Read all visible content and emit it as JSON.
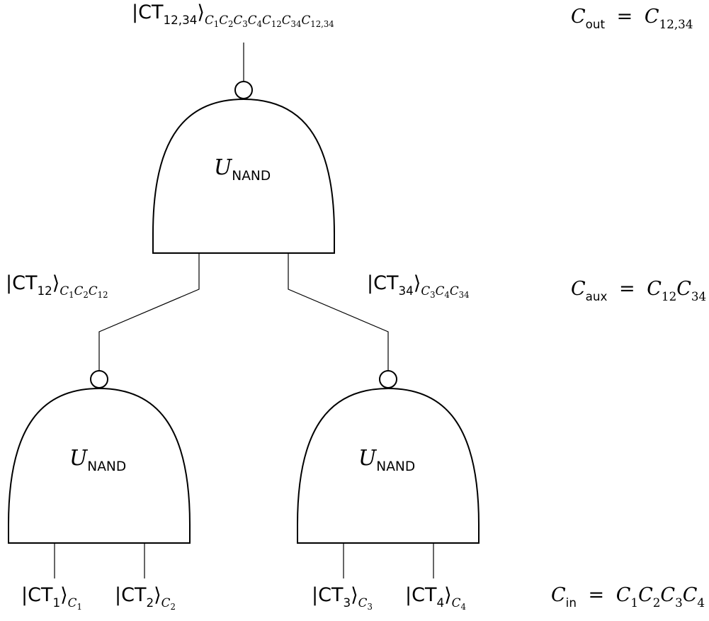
{
  "gate_label": {
    "symbol": "U",
    "subscript": "NAND"
  },
  "gates": [
    {
      "id": "top"
    },
    {
      "id": "left"
    },
    {
      "id": "right"
    }
  ],
  "kets": {
    "top": {
      "body": "CT",
      "index": "12,34",
      "subscript": "C1C2C3C4C12C34C12,34"
    },
    "mid_left": {
      "body": "CT",
      "index": "12",
      "subscript": "C1C2C12"
    },
    "mid_right": {
      "body": "CT",
      "index": "34",
      "subscript": "C3C4C34"
    },
    "in1": {
      "body": "CT",
      "index": "1",
      "subscript": "C1"
    },
    "in2": {
      "body": "CT",
      "index": "2",
      "subscript": "C2"
    },
    "in3": {
      "body": "CT",
      "index": "3",
      "subscript": "C3"
    },
    "in4": {
      "body": "CT",
      "index": "4",
      "subscript": "C4"
    }
  },
  "equations": {
    "out": {
      "lhs": "C",
      "lhs_sub": "out",
      "eq": "=",
      "rhs": "C",
      "rhs_sub": "12,34"
    },
    "aux": {
      "lhs": "C",
      "lhs_sub": "aux",
      "eq": "=",
      "rhs_terms": [
        "12",
        "34"
      ]
    },
    "in": {
      "lhs": "C",
      "lhs_sub": "in",
      "eq": "=",
      "rhs_terms": [
        "1",
        "2",
        "3",
        "4"
      ]
    }
  }
}
